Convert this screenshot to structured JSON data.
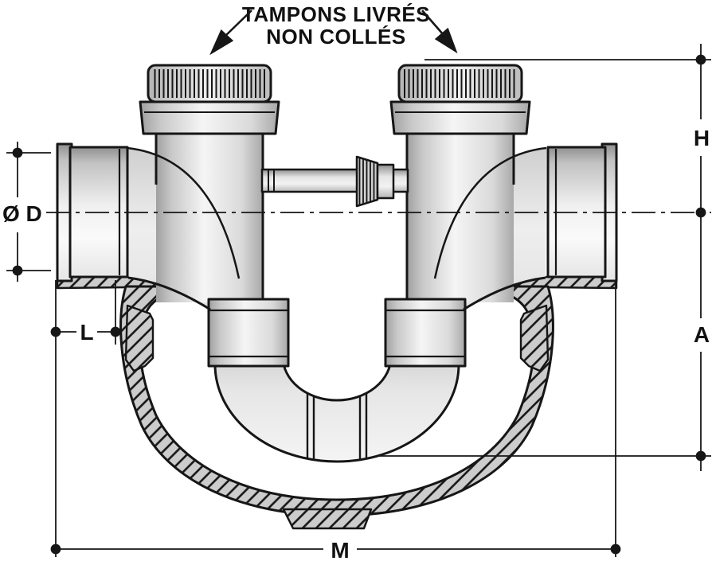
{
  "figure": {
    "callout_line1": "TAMPONS LIVRÉS",
    "callout_line2": "NON COLLÉS"
  },
  "dimensions": {
    "height_label": "H",
    "depth_label": "A",
    "diameter_label": "Ø D",
    "insertion_label": "L",
    "overall_width_label": "M"
  },
  "icons": {
    "left_arrow": "arrow-down-left-icon",
    "right_arrow": "arrow-down-right-icon"
  },
  "colors": {
    "outline": "#161616",
    "pipe_highlight": "#f5f5f5",
    "pipe_shadow": "#9e9e9e",
    "hatch_fill": "#cccccc",
    "background": "#ffffff"
  }
}
